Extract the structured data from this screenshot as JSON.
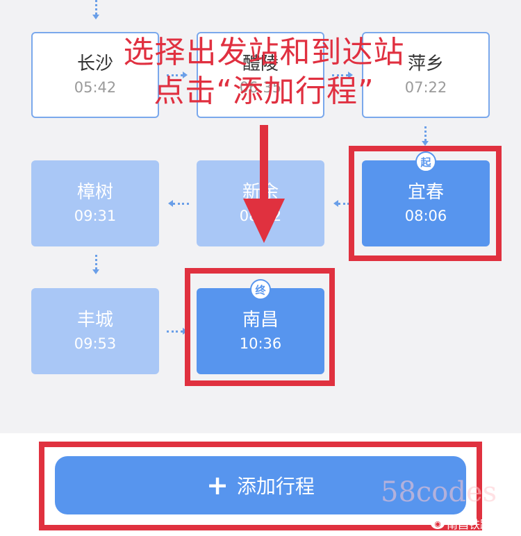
{
  "stations": {
    "changsha": {
      "name": "长沙",
      "time": "05:42"
    },
    "liling": {
      "name": "醴陵",
      "time": "06:35"
    },
    "pingxiang": {
      "name": "萍乡",
      "time": "07:22"
    },
    "yichun": {
      "name": "宜春",
      "time": "08:06",
      "badge": "起"
    },
    "xinyu": {
      "name": "新余",
      "time": "08:52"
    },
    "zhangshu": {
      "name": "樟树",
      "time": "09:31"
    },
    "fengcheng": {
      "name": "丰城",
      "time": "09:53"
    },
    "nanchang": {
      "name": "南昌",
      "time": "10:36",
      "badge": "终"
    }
  },
  "annotation": {
    "line1": "选择出发站和到达站",
    "line2": "点击“添加行程”"
  },
  "add_button": {
    "label": "添加行程",
    "icon": "plus-icon"
  },
  "watermark": {
    "text": "58codes"
  },
  "weibo": {
    "label": "南昌铁路",
    "icon": "weibo-icon"
  },
  "colors": {
    "accent": "#5795ee",
    "covered": "#a9c7f6",
    "highlight": "#e0313f",
    "annotation": "#e03040"
  }
}
